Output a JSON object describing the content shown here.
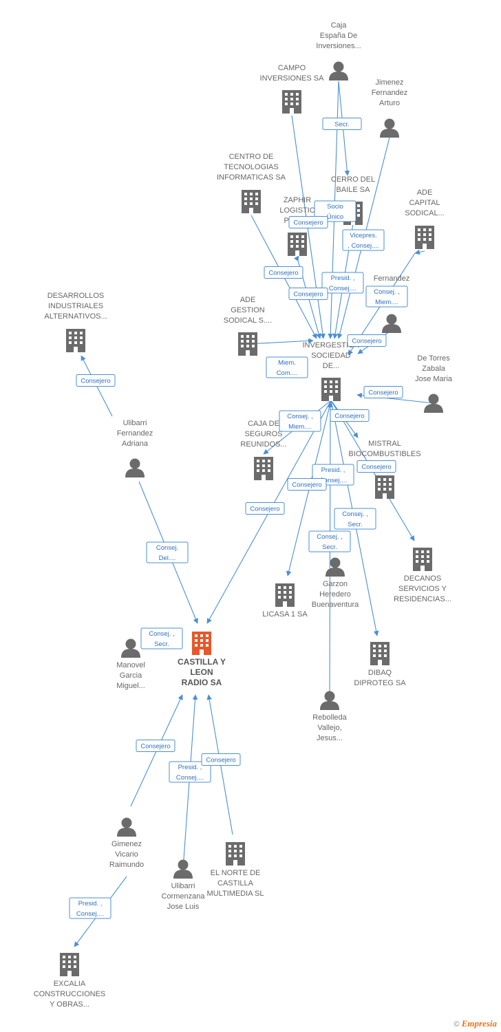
{
  "colors": {
    "edge": "#4a8fd6",
    "node": "#6b6b6b",
    "main_node": "#e8572a"
  },
  "nodes": [
    {
      "id": "caja_espana",
      "type": "person",
      "label": [
        "Caja",
        "España De",
        "Inversiones..."
      ]
    },
    {
      "id": "campo",
      "type": "company",
      "label": [
        "CAMPO",
        "INVERSIONES SA"
      ]
    },
    {
      "id": "jimenez",
      "type": "person",
      "label": [
        "Jimenez",
        "Fernandez",
        "Arturo"
      ]
    },
    {
      "id": "centro",
      "type": "company",
      "label": [
        "CENTRO DE",
        "TECNOLOGIAS",
        "INFORMATICAS SA"
      ]
    },
    {
      "id": "cerro",
      "type": "company",
      "label": [
        "CERRO DEL",
        "BAILE SA"
      ]
    },
    {
      "id": "zaphir",
      "type": "company",
      "label": [
        "ZAPHIR",
        "LOGISTIC",
        "PROP..."
      ]
    },
    {
      "id": "ade_capital",
      "type": "company",
      "label": [
        "ADE",
        "CAPITAL",
        "SODICAL..."
      ]
    },
    {
      "id": "fernandez",
      "type": "person",
      "label": [
        "Fernandez"
      ]
    },
    {
      "id": "desarrollos",
      "type": "company",
      "label": [
        "DESARROLLOS",
        "INDUSTRIALES",
        "ALTERNATIVOS..."
      ]
    },
    {
      "id": "ade_gestion",
      "type": "company",
      "label": [
        "ADE",
        "GESTION",
        "SODICAL S...."
      ]
    },
    {
      "id": "invergestion",
      "type": "company",
      "label": [
        "INVERGESTION",
        "SOCIEDAD",
        "DE..."
      ]
    },
    {
      "id": "de_torres",
      "type": "person",
      "label": [
        "De Torres",
        "Zabala",
        "Jose Maria"
      ]
    },
    {
      "id": "ulibarri_f",
      "type": "person",
      "label": [
        "Ulibarri",
        "Fernandez",
        "Adriana"
      ]
    },
    {
      "id": "caja_seguros",
      "type": "company",
      "label": [
        "CAJA DE",
        "SEGUROS",
        "REUNIDOS..."
      ]
    },
    {
      "id": "mistral",
      "type": "company",
      "label": [
        "MISTRAL",
        "BIOCOMBUSTIBLES"
      ]
    },
    {
      "id": "decanos",
      "type": "company",
      "label": [
        "DECANOS",
        "SERVICIOS Y",
        "RESIDENCIAS..."
      ]
    },
    {
      "id": "licasa",
      "type": "company",
      "label": [
        "LICASA 1 SA"
      ]
    },
    {
      "id": "garzon",
      "type": "person",
      "label": [
        "Garzon",
        "Heredero",
        "Buenaventura"
      ]
    },
    {
      "id": "castilla",
      "type": "main",
      "label": [
        "CASTILLA Y",
        "LEON",
        "RADIO SA"
      ]
    },
    {
      "id": "manovel",
      "type": "person",
      "label": [
        "Manovel",
        "Garcia",
        "Miguel..."
      ]
    },
    {
      "id": "dibaq",
      "type": "company",
      "label": [
        "DIBAQ",
        "DIPROTEG SA"
      ]
    },
    {
      "id": "rebolleda",
      "type": "person",
      "label": [
        "Rebolleda",
        "Vallejo,",
        "Jesus..."
      ]
    },
    {
      "id": "gimenez",
      "type": "person",
      "label": [
        "Gimenez",
        "Vicario",
        "Raimundo"
      ]
    },
    {
      "id": "ulibarri_c",
      "type": "person",
      "label": [
        "Ulibarri",
        "Cormenzana",
        "Jose Luis"
      ]
    },
    {
      "id": "norte",
      "type": "company",
      "label": [
        "EL NORTE DE",
        "CASTILLA",
        "MULTIMEDIA SL"
      ]
    },
    {
      "id": "excalia",
      "type": "company",
      "label": [
        "EXCALIA",
        "CONSTRUCCIONES",
        "Y OBRAS..."
      ]
    }
  ],
  "roles": [
    {
      "id": "r_secr",
      "lines": [
        "Secr."
      ]
    },
    {
      "id": "r_socio",
      "lines": [
        "Socio",
        "Único"
      ]
    },
    {
      "id": "r_zaphir_consejero",
      "lines": [
        "Consejero"
      ]
    },
    {
      "id": "r_vicepres",
      "lines": [
        "Vicepres.",
        ", Consej...."
      ]
    },
    {
      "id": "r_centro_consejero",
      "lines": [
        "Consejero"
      ]
    },
    {
      "id": "r_presid_consej_top",
      "lines": [
        "Presid. ,",
        "Consej...."
      ]
    },
    {
      "id": "r_inv_consejero",
      "lines": [
        "Consejero"
      ]
    },
    {
      "id": "r_consej_miem_ade",
      "lines": [
        "Consej. ,",
        "Miem...."
      ]
    },
    {
      "id": "r_fernandez_consejero",
      "lines": [
        "Consejero"
      ]
    },
    {
      "id": "r_miem_com",
      "lines": [
        "Miem.",
        "Com...."
      ]
    },
    {
      "id": "r_detorres_consejero",
      "lines": [
        "Consejero"
      ]
    },
    {
      "id": "r_desarrollos_consejero",
      "lines": [
        "Consejero"
      ]
    },
    {
      "id": "r_consej_miem_caja",
      "lines": [
        "Consej. ,",
        "Miem...."
      ]
    },
    {
      "id": "r_mistral_consejero1",
      "lines": [
        "Consejero"
      ]
    },
    {
      "id": "r_mistral_consejero2",
      "lines": [
        "Consejero"
      ]
    },
    {
      "id": "r_presid_consej_mid",
      "lines": [
        "Presid. ,",
        "Consej...."
      ]
    },
    {
      "id": "r_licasa_consejero",
      "lines": [
        "Consejero"
      ]
    },
    {
      "id": "r_castilla_consejero",
      "lines": [
        "Consejero"
      ]
    },
    {
      "id": "r_consej_secr_dibaq",
      "lines": [
        "Consej. ,",
        "Secr."
      ]
    },
    {
      "id": "r_consej_secr_garzon",
      "lines": [
        "Consej. ,",
        "Secr."
      ]
    },
    {
      "id": "r_consej_del",
      "lines": [
        "Consej.",
        "Del...."
      ]
    },
    {
      "id": "r_consej_secr_manovel",
      "lines": [
        "Consej. ,",
        "Secr."
      ]
    },
    {
      "id": "r_gimenez_consejero",
      "lines": [
        "Consejero"
      ]
    },
    {
      "id": "r_presid_consej_ulibarri",
      "lines": [
        "Presid. ,",
        "Consej...."
      ]
    },
    {
      "id": "r_norte_consejero",
      "lines": [
        "Consejero"
      ]
    },
    {
      "id": "r_presid_consej_excalia",
      "lines": [
        "Presid. ,",
        "Consej...."
      ]
    }
  ],
  "footer": {
    "symbol": "©",
    "brand": "Empresia"
  }
}
